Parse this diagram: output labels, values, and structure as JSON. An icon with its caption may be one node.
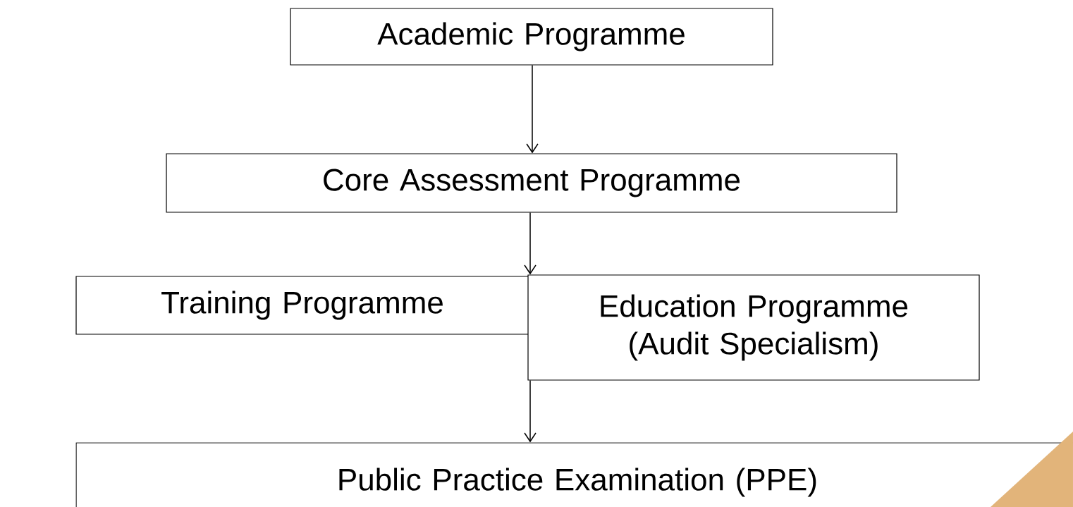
{
  "diagram": {
    "nodes": [
      {
        "text": [
          "Academic Programme"
        ]
      },
      {
        "text": [
          "Core Assessment Programme"
        ]
      },
      {
        "text": [
          "Training Programme"
        ]
      },
      {
        "text": [
          "Education Programme (Audit Specialism)"
        ]
      },
      {
        "text": [
          "Public Practice Examination (PPE)"
        ]
      }
    ],
    "edges": [
      {
        "from": 0,
        "to": 1,
        "arrow": "to"
      },
      {
        "from": 1,
        "to": 3,
        "arrow": "to"
      },
      {
        "from": 3,
        "to": 4,
        "arrow": "to"
      }
    ]
  }
}
